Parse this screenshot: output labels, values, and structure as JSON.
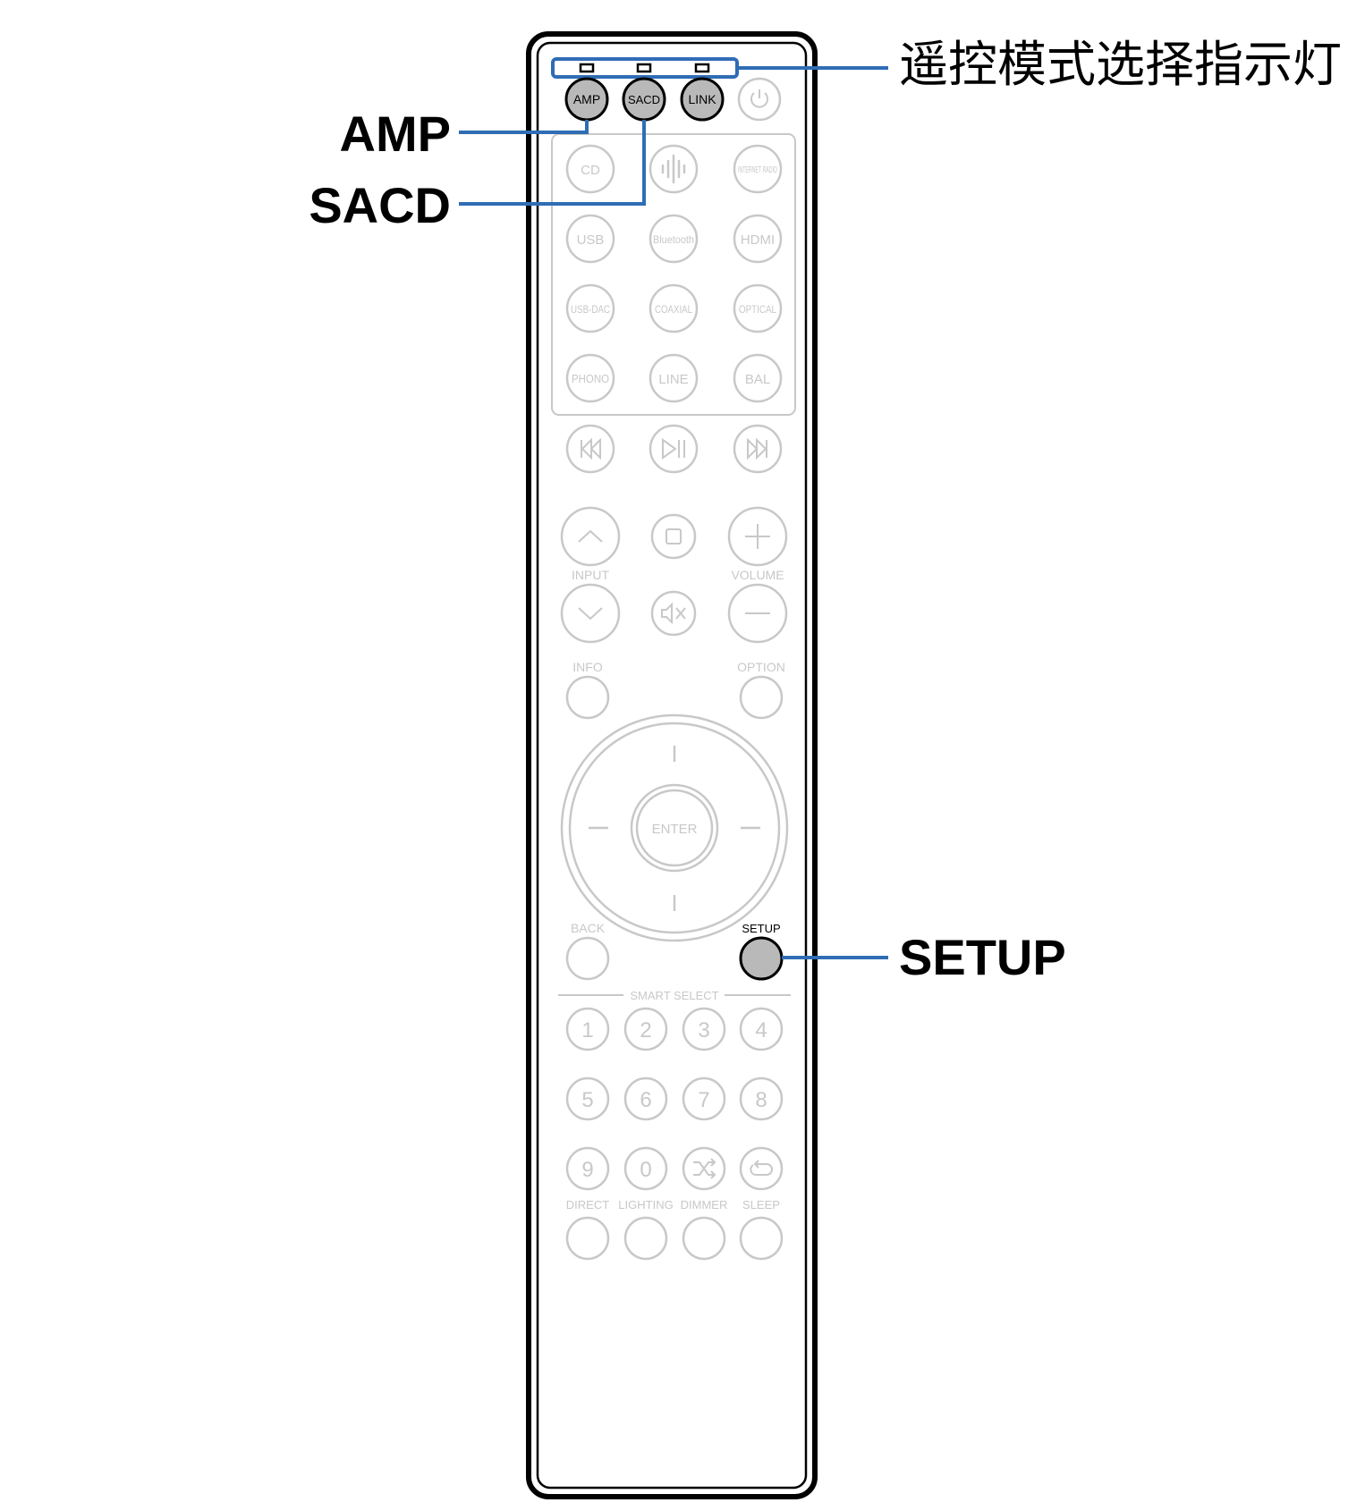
{
  "callouts": {
    "amp": "AMP",
    "sacd": "SACD",
    "setup": "SETUP",
    "indicator": "遥控模式选择指示灯"
  },
  "remote": {
    "mode_buttons": [
      "AMP",
      "SACD",
      "LINK"
    ],
    "sources": [
      [
        "CD",
        "",
        "INTERNET RADIO"
      ],
      [
        "USB",
        "Bluetooth",
        "HDMI"
      ],
      [
        "USB-DAC",
        "COAXIAL",
        "OPTICAL"
      ],
      [
        "PHONO",
        "LINE",
        "BAL"
      ]
    ],
    "labels": {
      "input": "INPUT",
      "volume": "VOLUME",
      "info": "INFO",
      "option": "OPTION",
      "enter": "ENTER",
      "back": "BACK",
      "setup": "SETUP",
      "smart_select": "SMART SELECT"
    },
    "number_keys": [
      [
        "1",
        "2",
        "3",
        "4"
      ],
      [
        "5",
        "6",
        "7",
        "8"
      ],
      [
        "9",
        "0",
        "",
        ""
      ]
    ],
    "bottom_labels": [
      "DIRECT",
      "LIGHTING",
      "DIMMER",
      "SLEEP"
    ]
  },
  "colors": {
    "accent": "#2f6db5",
    "highlight_button": "#b9b9b9",
    "faded": "#c8c8c8",
    "outline": "#000000"
  }
}
